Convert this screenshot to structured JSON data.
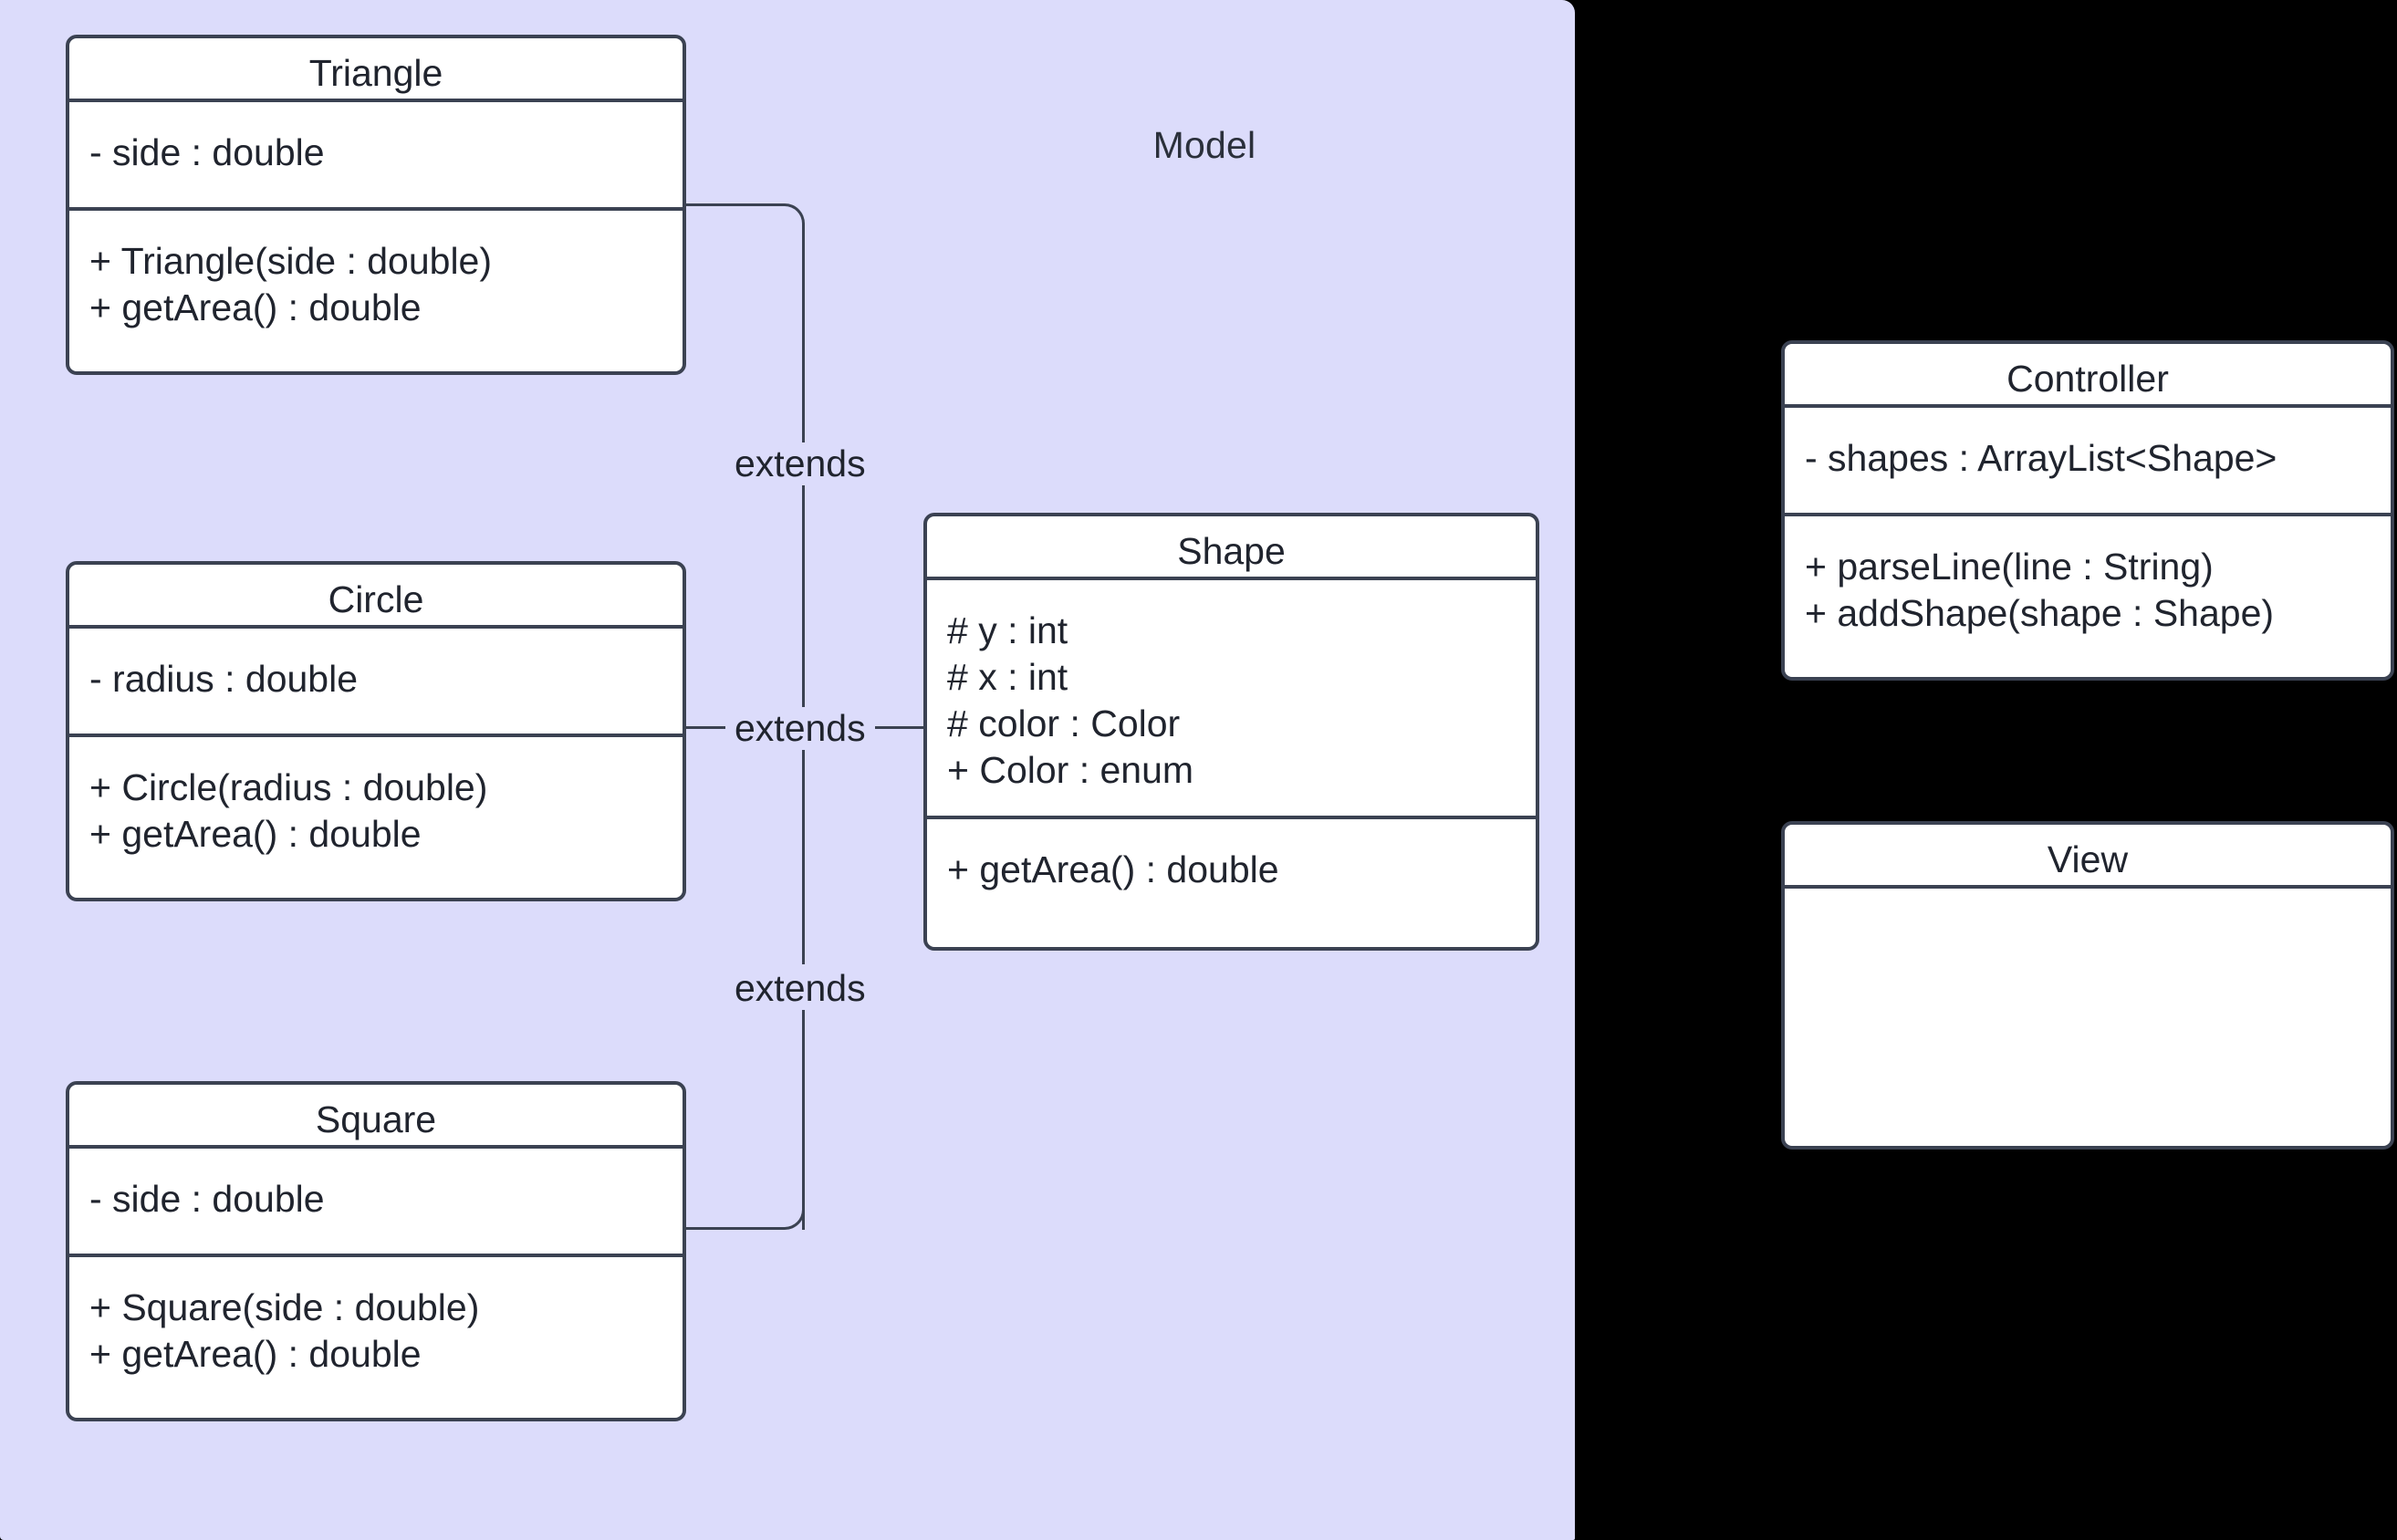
{
  "diagram": {
    "title": "UML Class Diagram",
    "background_color": "#000000",
    "package_fill": "#dcdcfb",
    "box_fill": "#ffffff",
    "stroke_color": "#3b4252",
    "text_color": "#20242e"
  },
  "packages": [
    {
      "name": "Model",
      "label": "Model"
    }
  ],
  "classes": {
    "triangle": {
      "name": "Triangle",
      "attributes": [
        "- side : double"
      ],
      "methods": [
        "+ Triangle(side : double)",
        "+ getArea() : double"
      ]
    },
    "circle": {
      "name": "Circle",
      "attributes": [
        "- radius : double"
      ],
      "methods": [
        "+ Circle(radius : double)",
        "+ getArea() : double"
      ]
    },
    "square": {
      "name": "Square",
      "attributes": [
        "- side : double"
      ],
      "methods": [
        "+ Square(side : double)",
        "+ getArea() : double"
      ]
    },
    "shape": {
      "name": "Shape",
      "attributes": [
        "# y : int",
        "# x : int",
        "# color : Color",
        "+ Color : enum"
      ],
      "methods": [
        "+ getArea() : double"
      ]
    },
    "controller": {
      "name": "Controller",
      "attributes": [
        "- shapes : ArrayList<Shape>"
      ],
      "methods": [
        "+ parseLine(line : String)",
        "+ addShape(shape : Shape)"
      ]
    },
    "view": {
      "name": "View",
      "attributes": [],
      "methods": []
    }
  },
  "relationships": [
    {
      "id": "rel-triangle-shape",
      "from": "Triangle",
      "to": "Shape",
      "label": "extends"
    },
    {
      "id": "rel-circle-shape",
      "from": "Circle",
      "to": "Shape",
      "label": "extends"
    },
    {
      "id": "rel-square-shape",
      "from": "Square",
      "to": "Shape",
      "label": "extends"
    }
  ]
}
